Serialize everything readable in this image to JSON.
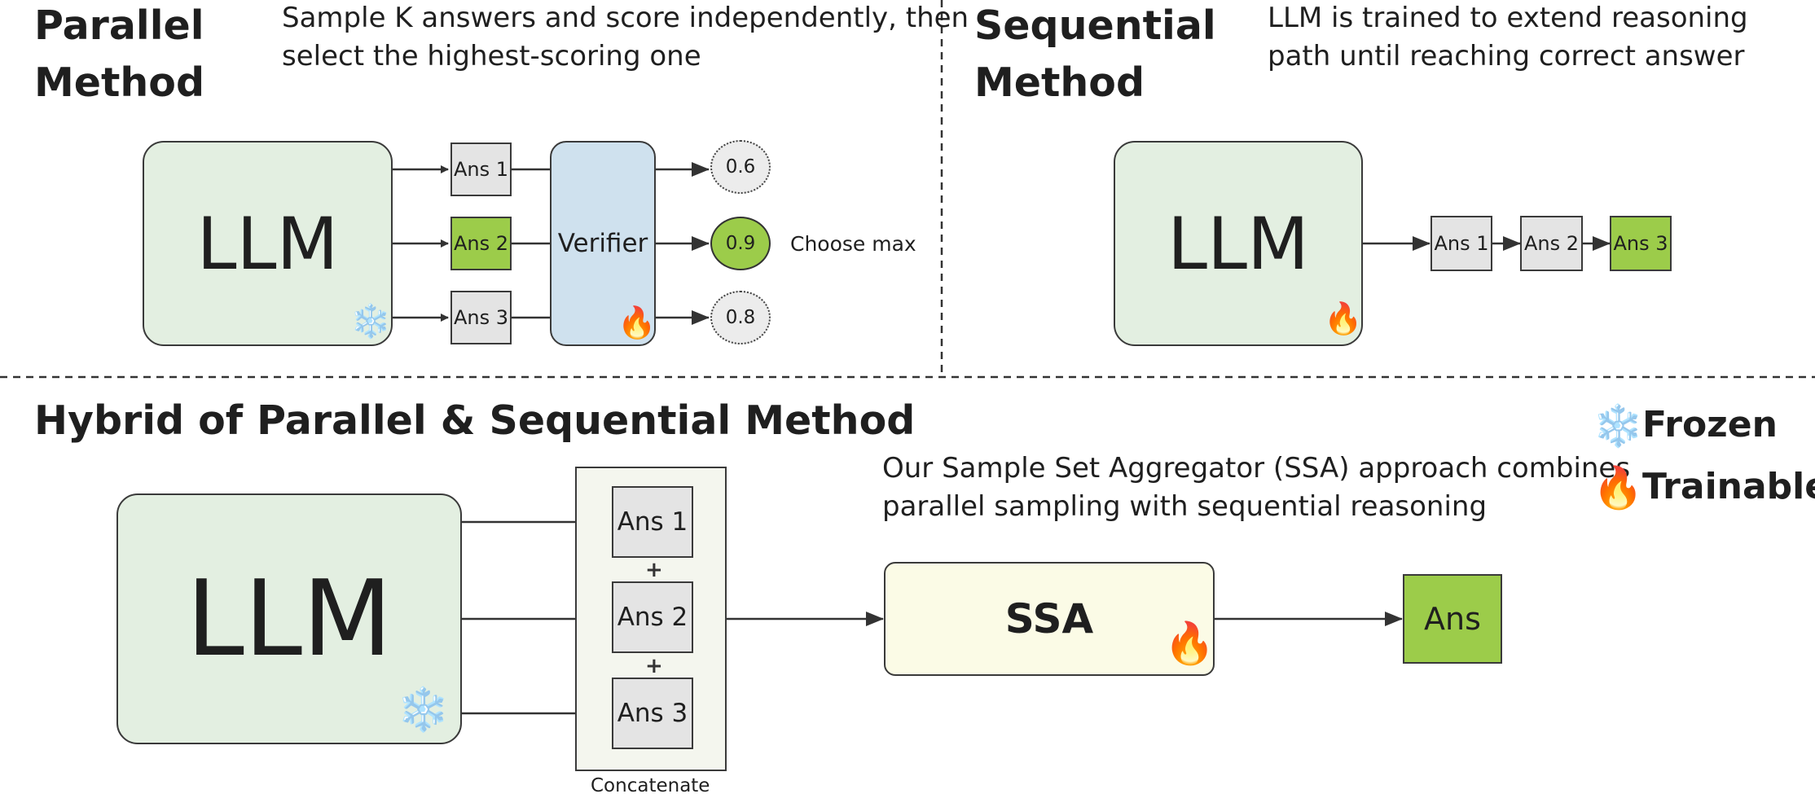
{
  "parallel": {
    "title_line1": "Parallel",
    "title_line2": "Method",
    "desc_line1": "Sample K answers and score independently, then",
    "desc_line2": "select the highest-scoring one",
    "llm": "LLM",
    "answers": [
      "Ans 1",
      "Ans 2",
      "Ans 3"
    ],
    "verifier": "Verifier",
    "scores": [
      "0.6",
      "0.9",
      "0.8"
    ],
    "choose": "Choose max"
  },
  "sequential": {
    "title_line1": "Sequential",
    "title_line2": "Method",
    "desc_line1": "LLM is trained to extend reasoning",
    "desc_line2": "path until reaching correct answer",
    "llm": "LLM",
    "answers": [
      "Ans 1",
      "Ans 2",
      "Ans 3"
    ]
  },
  "hybrid": {
    "title": "Hybrid of Parallel & Sequential Method",
    "desc_line1": "Our Sample Set Aggregator (SSA) approach combines",
    "desc_line2": "parallel sampling with sequential reasoning",
    "llm": "LLM",
    "answers": [
      "Ans 1",
      "Ans 2",
      "Ans 3"
    ],
    "plus": "+",
    "concat": "Concatenate",
    "ssa": "SSA",
    "output": "Ans"
  },
  "legend": {
    "frozen": "Frozen",
    "trainable": "Trainable",
    "frozen_icon": "❄️",
    "trainable_icon": "🔥"
  },
  "colors": {
    "llm_fill": "#e3efe1",
    "verifier_fill": "#cfe1ee",
    "ssa_fill": "#fbfbe6",
    "answer_fill": "#e4e4e4",
    "highlight_green": "#9ccc4a"
  }
}
